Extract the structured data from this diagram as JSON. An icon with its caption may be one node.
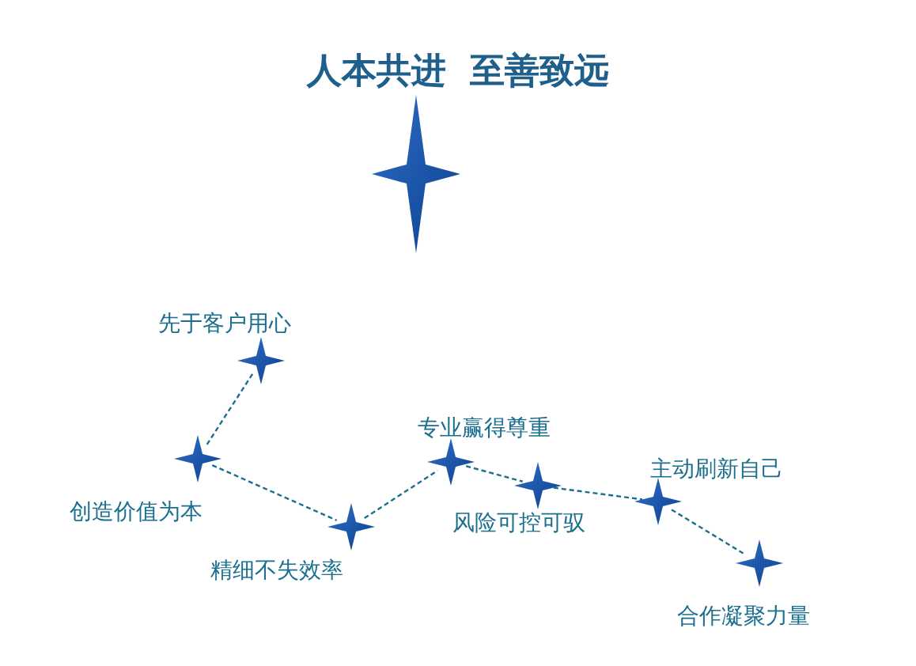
{
  "diagram": {
    "title": "人本共进  至善致远",
    "nodes": [
      {
        "text": [],
        "shape": "star",
        "beside": [
          "先于客户用心"
        ]
      },
      {
        "text": [],
        "shape": "star",
        "beside": [
          "创造价值为本"
        ]
      },
      {
        "text": [],
        "shape": "star",
        "beside": [
          "精细不失效率"
        ]
      },
      {
        "text": [],
        "shape": "star",
        "beside": [
          "专业赢得尊重"
        ]
      },
      {
        "text": [],
        "shape": "star",
        "beside": [
          "风险可控可驭"
        ]
      },
      {
        "text": [],
        "shape": "star",
        "beside": [
          "主动刷新自己"
        ]
      },
      {
        "text": [],
        "shape": "star",
        "beside": [
          "合作凝聚力量"
        ]
      }
    ],
    "edges": [
      {
        "from": 0,
        "to": 1,
        "arrow": "none",
        "style": "dashed"
      },
      {
        "from": 1,
        "to": 2,
        "arrow": "none",
        "style": "dashed"
      },
      {
        "from": 2,
        "to": 3,
        "arrow": "none",
        "style": "dashed"
      },
      {
        "from": 3,
        "to": 4,
        "arrow": "none",
        "style": "dashed"
      },
      {
        "from": 4,
        "to": 5,
        "arrow": "none",
        "style": "dashed"
      },
      {
        "from": 5,
        "to": 6,
        "arrow": "none",
        "style": "dashed"
      }
    ]
  }
}
